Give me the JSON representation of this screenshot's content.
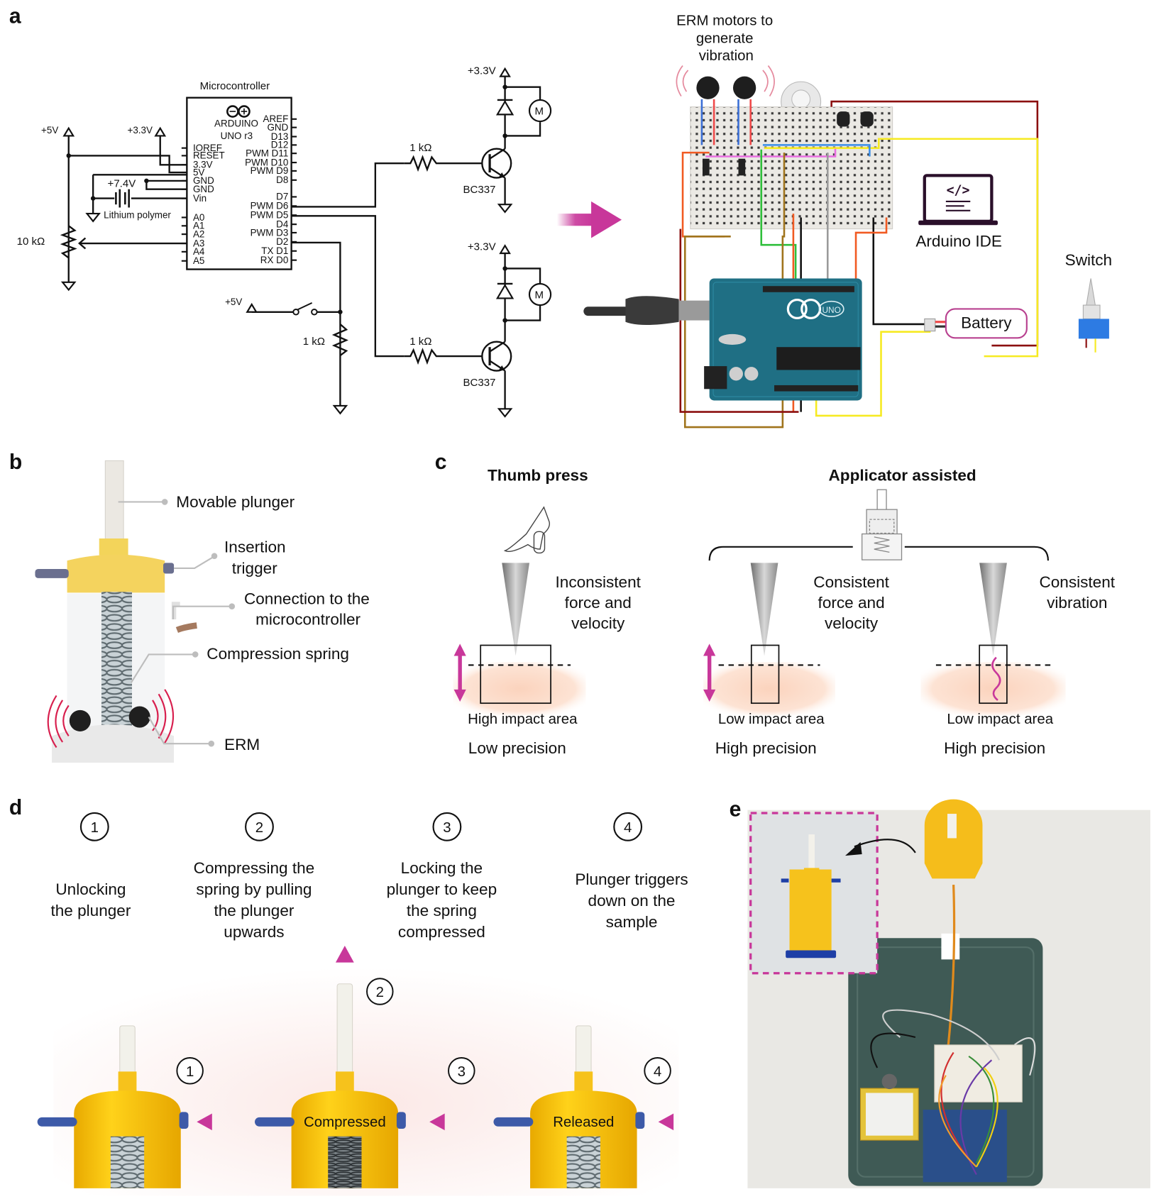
{
  "figure": {
    "panels": {
      "a": {
        "letter": "a",
        "schematic": {
          "microcontroller_title": "Microcontroller",
          "board_name": "ARDUINO",
          "board_model": "UNO r3",
          "left_pins": [
            "IOREF",
            "RESET",
            "3.3V",
            "5V",
            "GND",
            "GND",
            "Vin",
            "A0",
            "A1",
            "A2",
            "A3",
            "A4",
            "A5"
          ],
          "right_pins": [
            "AREF",
            "GND",
            "D13",
            "D12",
            "PWM D11",
            "PWM D10",
            "PWM D9",
            "D8",
            "D7",
            "PWM D6",
            "PWM D5",
            "D4",
            "PWM D3",
            "D2",
            "TX D1",
            "RX D0"
          ],
          "rail_5v_left": "+5V",
          "rail_3v3_left": "+3.3V",
          "battery_voltage": "+7.4V",
          "battery_type": "Lithium polymer",
          "potentiometer": "10 kΩ",
          "rail_3v3_top": "+3.3V",
          "rail_3v3_bottom": "+3.3V",
          "resistor_top": "1 kΩ",
          "resistor_bottom": "1 kΩ",
          "resistor_pulldown": "1 kΩ",
          "transistor_top": "BC337",
          "transistor_bottom": "BC337",
          "motor_symbol": "M",
          "switch_rail": "+5V"
        },
        "breadboard": {
          "erm_label": [
            "ERM motors to",
            "generate",
            "vibration"
          ],
          "ide_label": "Arduino IDE",
          "battery_label": "Battery",
          "switch_label": "Switch",
          "board_text": "UNO"
        }
      },
      "b": {
        "letter": "b",
        "callouts": [
          {
            "lines": [
              "Movable plunger"
            ]
          },
          {
            "lines": [
              "Insertion",
              "trigger"
            ]
          },
          {
            "lines": [
              "Connection to the",
              "microcontroller"
            ]
          },
          {
            "lines": [
              "Compression spring"
            ]
          },
          {
            "lines": [
              "ERM"
            ]
          }
        ]
      },
      "c": {
        "letter": "c",
        "thumb_title": "Thumb press",
        "applicator_title": "Applicator assisted",
        "columns": [
          {
            "desc": [
              "Inconsistent",
              "force and",
              "velocity"
            ],
            "impact": "High impact area",
            "precision": "Low precision"
          },
          {
            "desc": [
              "Consistent",
              "force and",
              "velocity"
            ],
            "impact": "Low impact area",
            "precision": "High precision"
          },
          {
            "desc": [
              "Consistent",
              "vibration"
            ],
            "impact": "Low impact area",
            "precision": "High precision"
          }
        ]
      },
      "d": {
        "letter": "d",
        "steps": [
          {
            "num": "1",
            "lines": [
              "Unlocking",
              "the plunger"
            ]
          },
          {
            "num": "2",
            "lines": [
              "Compressing the",
              "spring by pulling",
              "the plunger",
              "upwards"
            ]
          },
          {
            "num": "3",
            "lines": [
              "Locking the",
              "plunger to keep",
              "the spring",
              "compressed"
            ]
          },
          {
            "num": "4",
            "lines": [
              "Plunger triggers",
              "down on the",
              "sample"
            ]
          }
        ],
        "device_labels": {
          "compressed": "Compressed",
          "released": "Released"
        },
        "marker_nums": [
          "1",
          "2",
          "3",
          "4"
        ]
      },
      "e": {
        "letter": "e"
      }
    },
    "colors": {
      "accent_magenta": "#c8379a",
      "device_yellow": "#f5c518",
      "trigger_blue": "#2f4ea0",
      "tissue_peach": "#fbd9c6",
      "arduino_teal": "#1f6f84",
      "tray_green": "#3f5a55"
    }
  }
}
